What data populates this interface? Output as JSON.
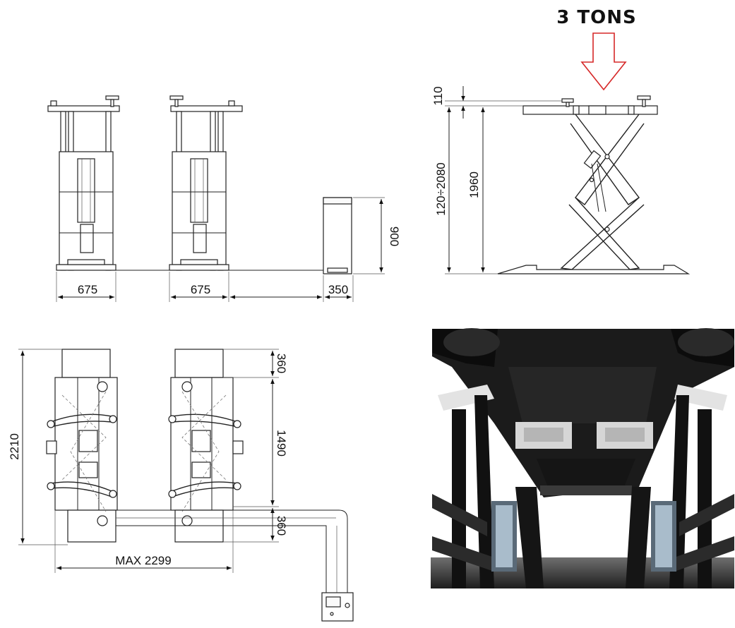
{
  "capacity_label": "3 TONS",
  "arrow_color": "#d62828",
  "front_view": {
    "dims": [
      "675",
      "675",
      "350",
      "900"
    ]
  },
  "side_view": {
    "dims": [
      "110",
      "120÷2080",
      "1960"
    ]
  },
  "top_view": {
    "dims": [
      "2210",
      "360",
      "1490",
      "360",
      "MAX 2299"
    ]
  },
  "photo": {
    "icon": "lift-underbody-photo"
  }
}
